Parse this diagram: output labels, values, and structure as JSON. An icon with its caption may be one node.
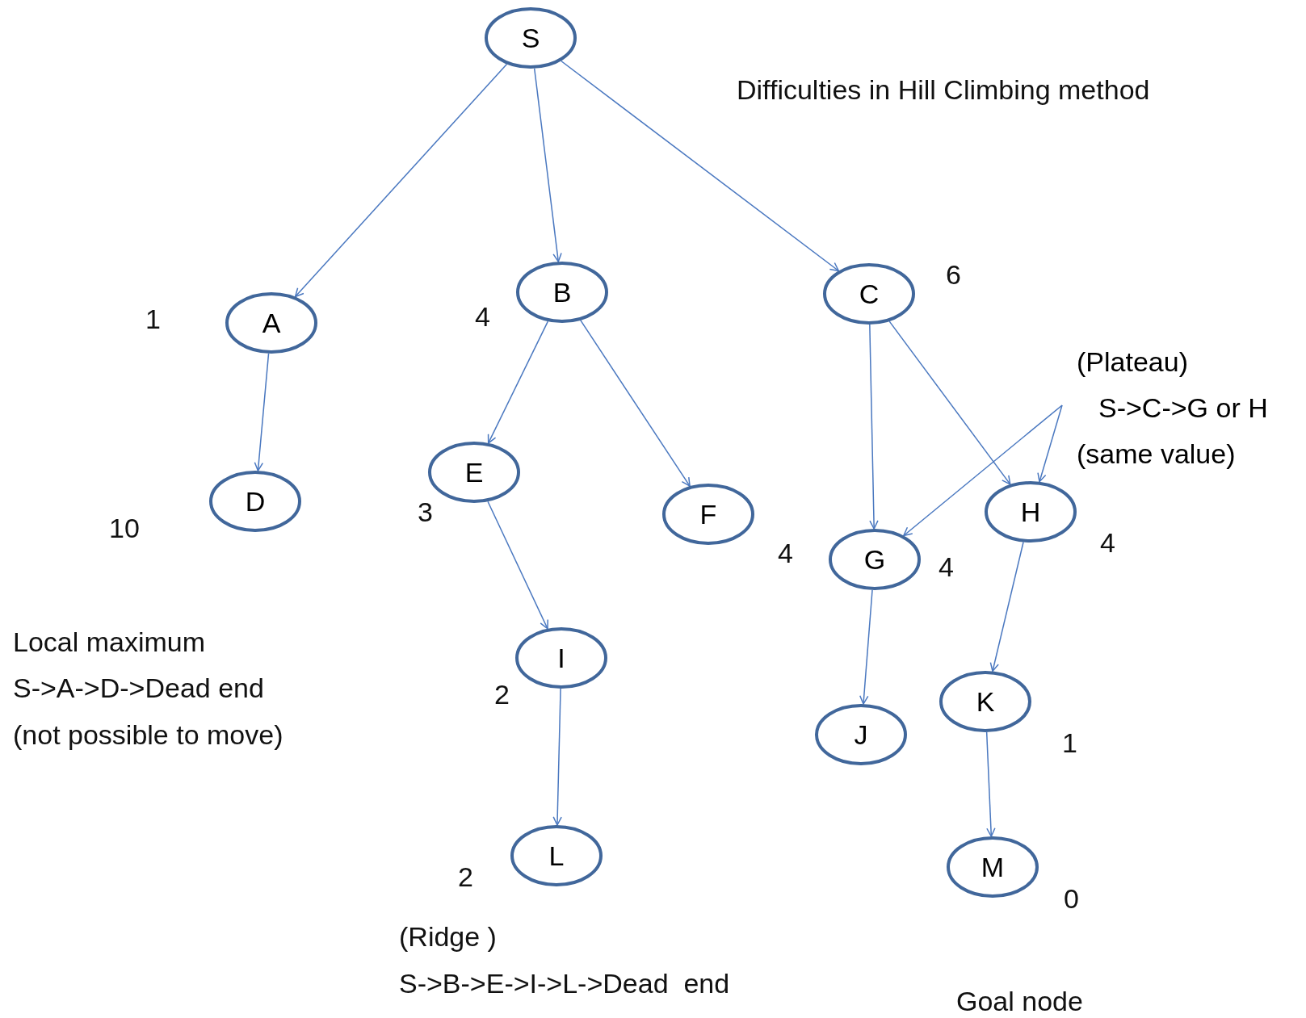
{
  "diagram": {
    "title": "Difficulties in Hill Climbing method",
    "nodes": [
      {
        "text": [
          "S"
        ]
      },
      {
        "text": [
          "A"
        ],
        "beside": [
          "1"
        ]
      },
      {
        "text": [
          "B"
        ],
        "beside": [
          "4"
        ]
      },
      {
        "text": [
          "C"
        ],
        "beside": [
          "6"
        ]
      },
      {
        "text": [
          "D"
        ],
        "beside": [
          "10"
        ]
      },
      {
        "text": [
          "E"
        ],
        "beside": [
          "3"
        ]
      },
      {
        "text": [
          "F"
        ],
        "beside": [
          "4"
        ]
      },
      {
        "text": [
          "(Plateau)",
          "S->C->G or H",
          "(same value)"
        ]
      },
      {
        "text": [
          "G"
        ],
        "beside": [
          "4"
        ]
      },
      {
        "text": [
          "H"
        ],
        "beside": [
          "4"
        ]
      },
      {
        "text": [
          "I"
        ],
        "beside": [
          "2"
        ]
      },
      {
        "text": [
          "K"
        ],
        "beside": [
          "1"
        ]
      },
      {
        "text": [
          "J"
        ]
      },
      {
        "text": [
          "L"
        ],
        "beside": [
          "2"
        ]
      },
      {
        "text": [
          "M"
        ],
        "beside": [
          "0"
        ]
      }
    ],
    "edges": [
      {
        "from": 0,
        "to": 1,
        "arrow": "to"
      },
      {
        "from": 0,
        "to": 2,
        "arrow": "to"
      },
      {
        "from": 0,
        "to": 3,
        "arrow": "to"
      },
      {
        "from": 1,
        "to": 4,
        "arrow": "to"
      },
      {
        "from": 2,
        "to": 5,
        "arrow": "to"
      },
      {
        "from": 2,
        "to": 6,
        "arrow": "to"
      },
      {
        "from": 3,
        "to": 8,
        "arrow": "to"
      },
      {
        "from": 3,
        "to": 9,
        "arrow": "to"
      },
      {
        "from": 7,
        "to": 8,
        "arrow": "to"
      },
      {
        "from": 7,
        "to": 9,
        "arrow": "to"
      },
      {
        "from": 5,
        "to": 10,
        "arrow": "to"
      },
      {
        "from": 8,
        "to": 12,
        "arrow": "to"
      },
      {
        "from": 9,
        "to": 11,
        "arrow": "to"
      },
      {
        "from": 10,
        "to": 13,
        "arrow": "to"
      },
      {
        "from": 11,
        "to": 14,
        "arrow": "to"
      }
    ],
    "labels": [
      "Local maximum",
      "S->A->D->Dead end",
      "(not possible to move)",
      "(Ridge )",
      "S->B->E->I->L->Dead  end",
      "Goal node"
    ]
  }
}
